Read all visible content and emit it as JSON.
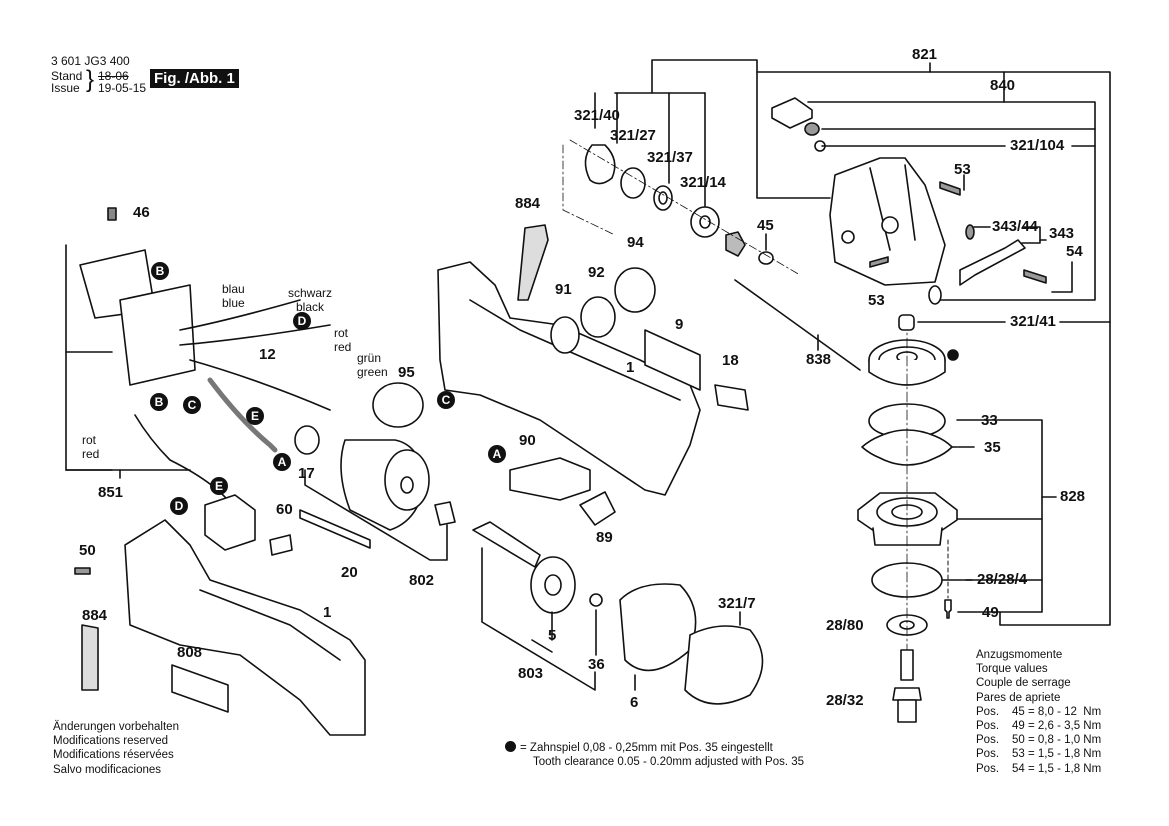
{
  "header": {
    "part_number": "3 601 JG3 400",
    "stand_label": "Stand",
    "issue_label": "Issue",
    "stand_value": "18-06",
    "issue_value": "19-05-15",
    "figure_label": "Fig. /Abb. 1"
  },
  "wire_labels": {
    "blue": "blau\nblue",
    "black": "schwarz\nblack",
    "red_top": "rot\nred",
    "green": "grün\ngreen",
    "red_left": "rot\nred"
  },
  "connector_badges": [
    "A",
    "B",
    "C",
    "D",
    "E"
  ],
  "part_labels": {
    "p821": "821",
    "p840": "840",
    "p321_104": "321/104",
    "p53a": "53",
    "p343_44": "343/44",
    "p343": "343",
    "p54": "54",
    "p53b": "53",
    "p321_41": "321/41",
    "p838": "838",
    "p33": "33",
    "p35": "35",
    "p828": "828",
    "p28_28_4": "28/28/4",
    "p49": "49",
    "p28_80": "28/80",
    "p28_32": "28/32",
    "p321_40": "321/40",
    "p321_27": "321/27",
    "p321_37": "321/37",
    "p321_14": "321/14",
    "p45": "45",
    "p884a": "884",
    "p94": "94",
    "p92": "92",
    "p91": "91",
    "p9": "9",
    "p1a": "1",
    "p18": "18",
    "p95": "95",
    "p90": "90",
    "p89": "89",
    "p46": "46",
    "p12": "12",
    "p17": "17",
    "p851": "851",
    "p60": "60",
    "p50": "50",
    "p20": "20",
    "p802": "802",
    "p884b": "884",
    "p1b": "1",
    "p808": "808",
    "p5": "5",
    "p36": "36",
    "p803": "803",
    "p6": "6",
    "p321_7": "321/7"
  },
  "notes": {
    "modifications": [
      "Änderungen vorbehalten",
      "Modifications reserved",
      "Modifications réservées",
      "Salvo modificaciones"
    ],
    "tooth_clearance": [
      "Zahnspiel 0,08 - 0,25mm mit Pos. 35 eingestellt",
      "Tooth clearance 0.05 - 0.20mm adjusted with Pos. 35"
    ],
    "dot_equals": "=",
    "torque_heading": [
      "Anzugsmomente",
      "Torque values",
      "Couple de serrage",
      "Pares de apriete"
    ],
    "torque_values": [
      {
        "pos": "Pos.",
        "part": "45",
        "value": "= 8,0 - 12  Nm"
      },
      {
        "pos": "Pos.",
        "part": "49",
        "value": "= 2,6 - 3,5 Nm"
      },
      {
        "pos": "Pos.",
        "part": "50",
        "value": "= 0,8 - 1,0 Nm"
      },
      {
        "pos": "Pos.",
        "part": "53",
        "value": "= 1,5 - 1,8 Nm"
      },
      {
        "pos": "Pos.",
        "part": "54",
        "value": "= 1,5 - 1,8 Nm"
      }
    ]
  },
  "colors": {
    "ink": "#111111",
    "background": "#ffffff",
    "part_fill": "#ffffff",
    "part_shade": "#cfcfcf"
  }
}
